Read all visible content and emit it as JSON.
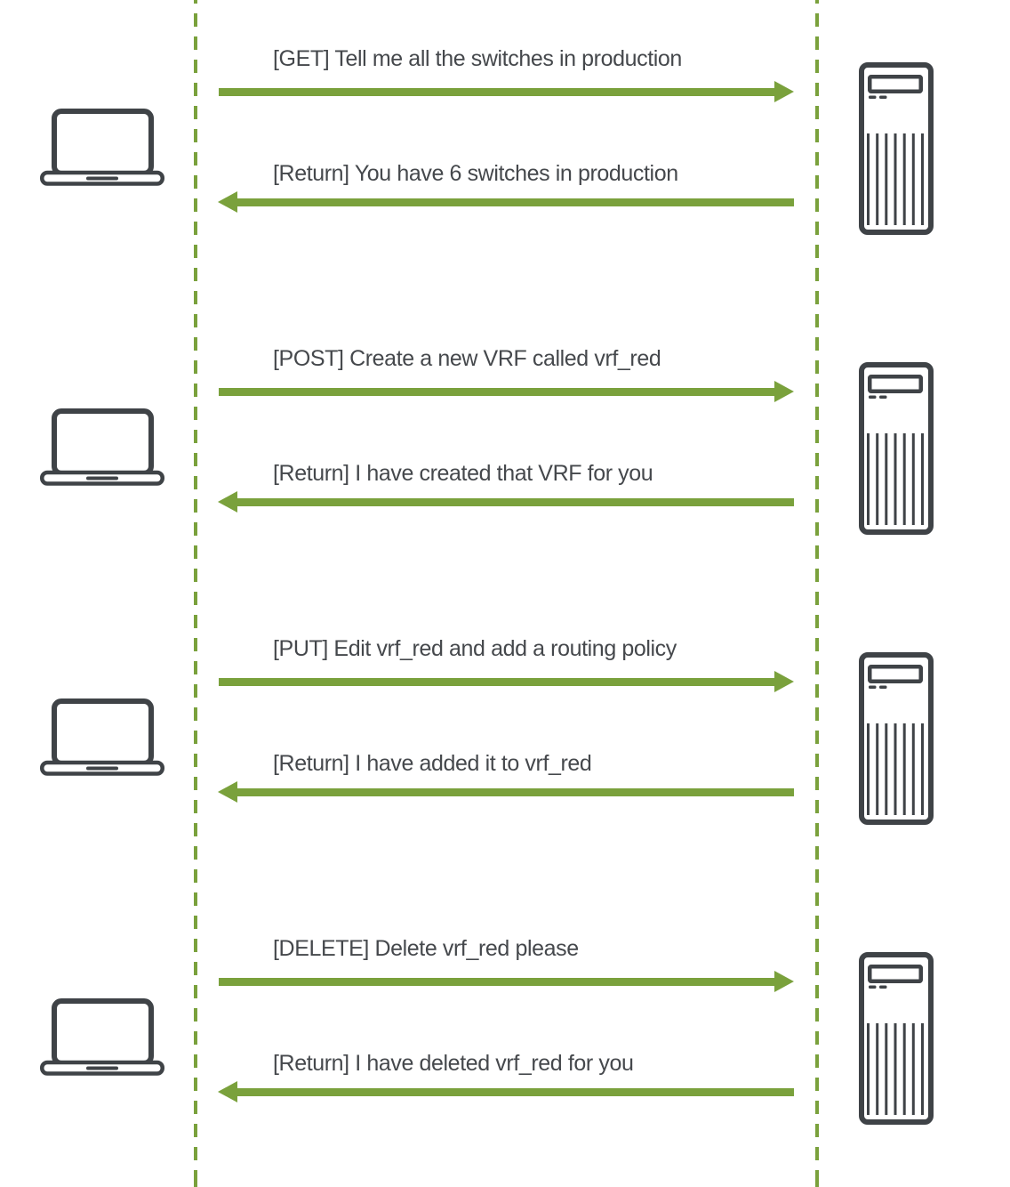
{
  "diagram": {
    "type": "rest-api-sequence",
    "colors": {
      "accent_green": "#7AA13C",
      "icon_dark": "#3F4347",
      "text_dark": "#45484C",
      "background": "#FFFFFF"
    },
    "icons": {
      "client": "laptop-icon",
      "server": "server-icon"
    },
    "exchanges": [
      {
        "request": "[GET] Tell me all the switches in production",
        "response": "[Return] You have 6 switches in production"
      },
      {
        "request": "[POST] Create a new VRF called vrf_red",
        "response": "[Return] I have created that VRF for you"
      },
      {
        "request": "[PUT] Edit vrf_red and add a routing policy",
        "response": "[Return] I have added it to vrf_red"
      },
      {
        "request": "[DELETE] Delete vrf_red please",
        "response": "[Return] I have deleted vrf_red for you"
      }
    ]
  }
}
